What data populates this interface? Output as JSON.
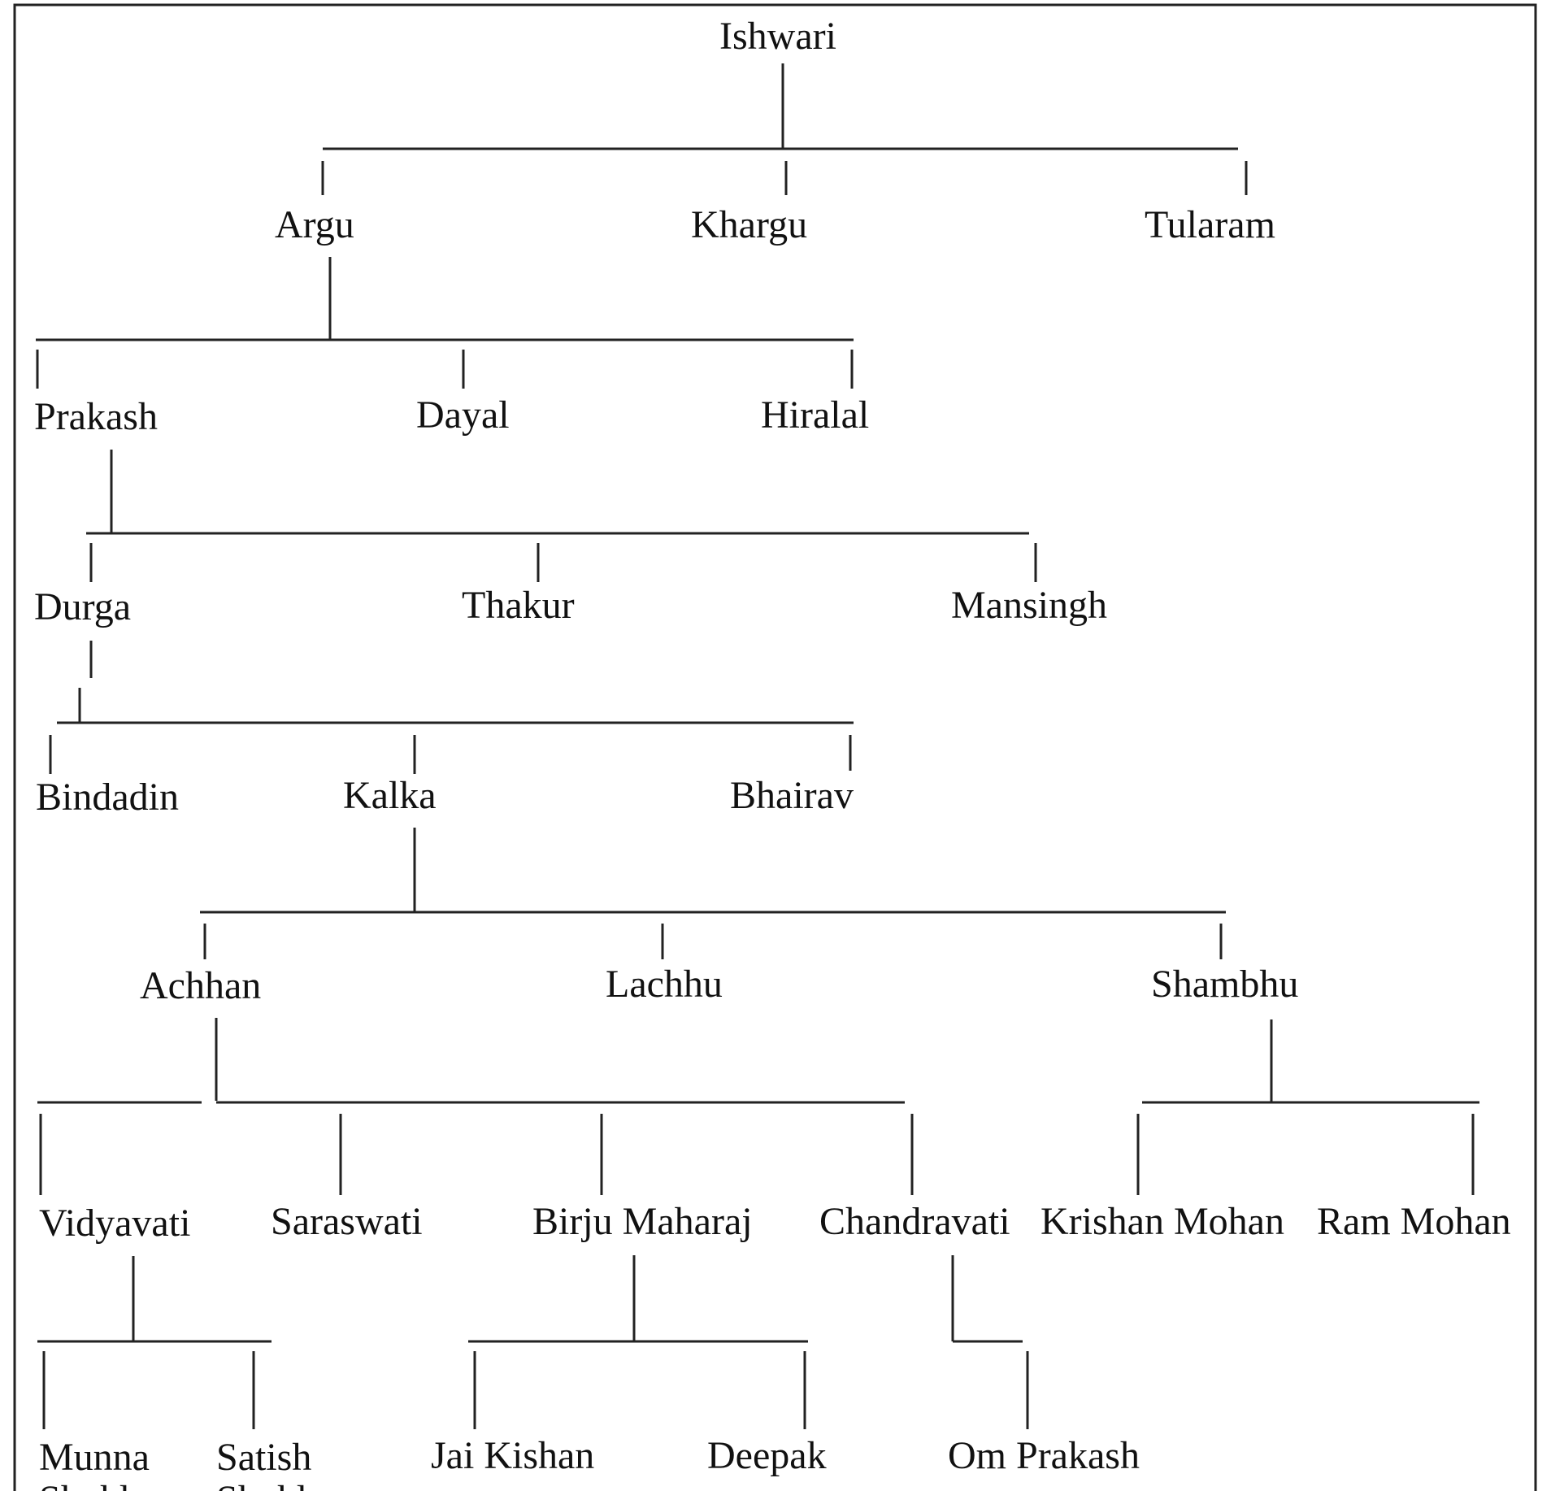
{
  "diagram": {
    "type": "family-tree",
    "nodes": [
      {
        "id": "ishwari",
        "label": "Ishwari"
      },
      {
        "id": "argu",
        "label": "Argu"
      },
      {
        "id": "khargu",
        "label": "Khargu"
      },
      {
        "id": "tularam",
        "label": "Tularam"
      },
      {
        "id": "prakash",
        "label": "Prakash"
      },
      {
        "id": "dayal",
        "label": "Dayal"
      },
      {
        "id": "hiralal",
        "label": "Hiralal"
      },
      {
        "id": "durga",
        "label": "Durga"
      },
      {
        "id": "thakur",
        "label": "Thakur"
      },
      {
        "id": "mansingh",
        "label": "Mansingh"
      },
      {
        "id": "bindadin",
        "label": "Bindadin"
      },
      {
        "id": "kalka",
        "label": "Kalka"
      },
      {
        "id": "bhairav",
        "label": "Bhairav"
      },
      {
        "id": "achhan",
        "label": "Achhan"
      },
      {
        "id": "lachhu",
        "label": "Lachhu"
      },
      {
        "id": "shambhu",
        "label": "Shambhu"
      },
      {
        "id": "vidyavati",
        "label": "Vidyavati"
      },
      {
        "id": "saraswati",
        "label": "Saraswati"
      },
      {
        "id": "birju-maharaj",
        "label": "Birju Maharaj"
      },
      {
        "id": "chandravati",
        "label": "Chandravati"
      },
      {
        "id": "krishan-mohan",
        "label": "Krishan Mohan"
      },
      {
        "id": "ram-mohan",
        "label": "Ram Mohan"
      },
      {
        "id": "munna-shukla",
        "label": "Munna Shukla"
      },
      {
        "id": "satish-shukla",
        "label": "Satish Shukla"
      },
      {
        "id": "jai-kishan",
        "label": "Jai Kishan"
      },
      {
        "id": "deepak",
        "label": "Deepak"
      },
      {
        "id": "om-prakash",
        "label": "Om Prakash"
      }
    ],
    "edges": [
      {
        "from": "ishwari",
        "to": "argu"
      },
      {
        "from": "ishwari",
        "to": "khargu"
      },
      {
        "from": "ishwari",
        "to": "tularam"
      },
      {
        "from": "argu",
        "to": "prakash"
      },
      {
        "from": "argu",
        "to": "dayal"
      },
      {
        "from": "argu",
        "to": "hiralal"
      },
      {
        "from": "prakash",
        "to": "durga"
      },
      {
        "from": "prakash",
        "to": "thakur"
      },
      {
        "from": "prakash",
        "to": "mansingh"
      },
      {
        "from": "durga",
        "to": "bindadin"
      },
      {
        "from": "durga",
        "to": "kalka"
      },
      {
        "from": "durga",
        "to": "bhairav"
      },
      {
        "from": "kalka",
        "to": "achhan"
      },
      {
        "from": "kalka",
        "to": "lachhu"
      },
      {
        "from": "kalka",
        "to": "shambhu"
      },
      {
        "from": "achhan",
        "to": "vidyavati"
      },
      {
        "from": "achhan",
        "to": "saraswati"
      },
      {
        "from": "achhan",
        "to": "birju-maharaj"
      },
      {
        "from": "achhan",
        "to": "chandravati"
      },
      {
        "from": "shambhu",
        "to": "krishan-mohan"
      },
      {
        "from": "shambhu",
        "to": "ram-mohan"
      },
      {
        "from": "vidyavati",
        "to": "munna-shukla"
      },
      {
        "from": "vidyavati",
        "to": "satish-shukla"
      },
      {
        "from": "birju-maharaj",
        "to": "jai-kishan"
      },
      {
        "from": "birju-maharaj",
        "to": "deepak"
      },
      {
        "from": "chandravati",
        "to": "om-prakash"
      }
    ]
  }
}
